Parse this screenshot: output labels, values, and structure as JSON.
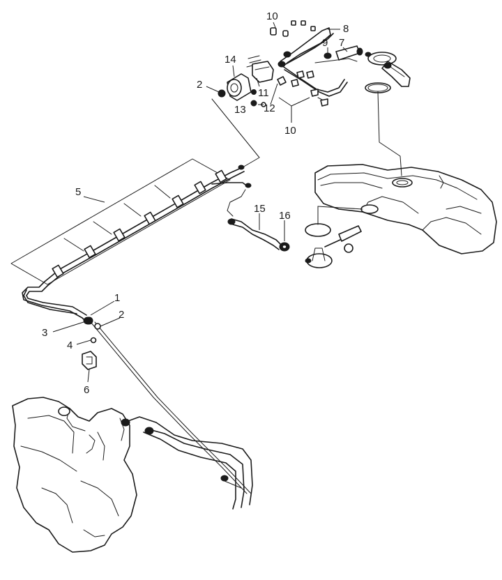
{
  "callouts": {
    "c1": "1",
    "c2a": "2",
    "c2b": "2",
    "c3": "3",
    "c4": "4",
    "c5": "5",
    "c6": "6",
    "c7": "7",
    "c8": "8",
    "c9": "9",
    "c10a": "10",
    "c10b": "10",
    "c11": "11",
    "c12": "12",
    "c13": "13",
    "c14": "14",
    "c15": "15",
    "c16": "16"
  }
}
